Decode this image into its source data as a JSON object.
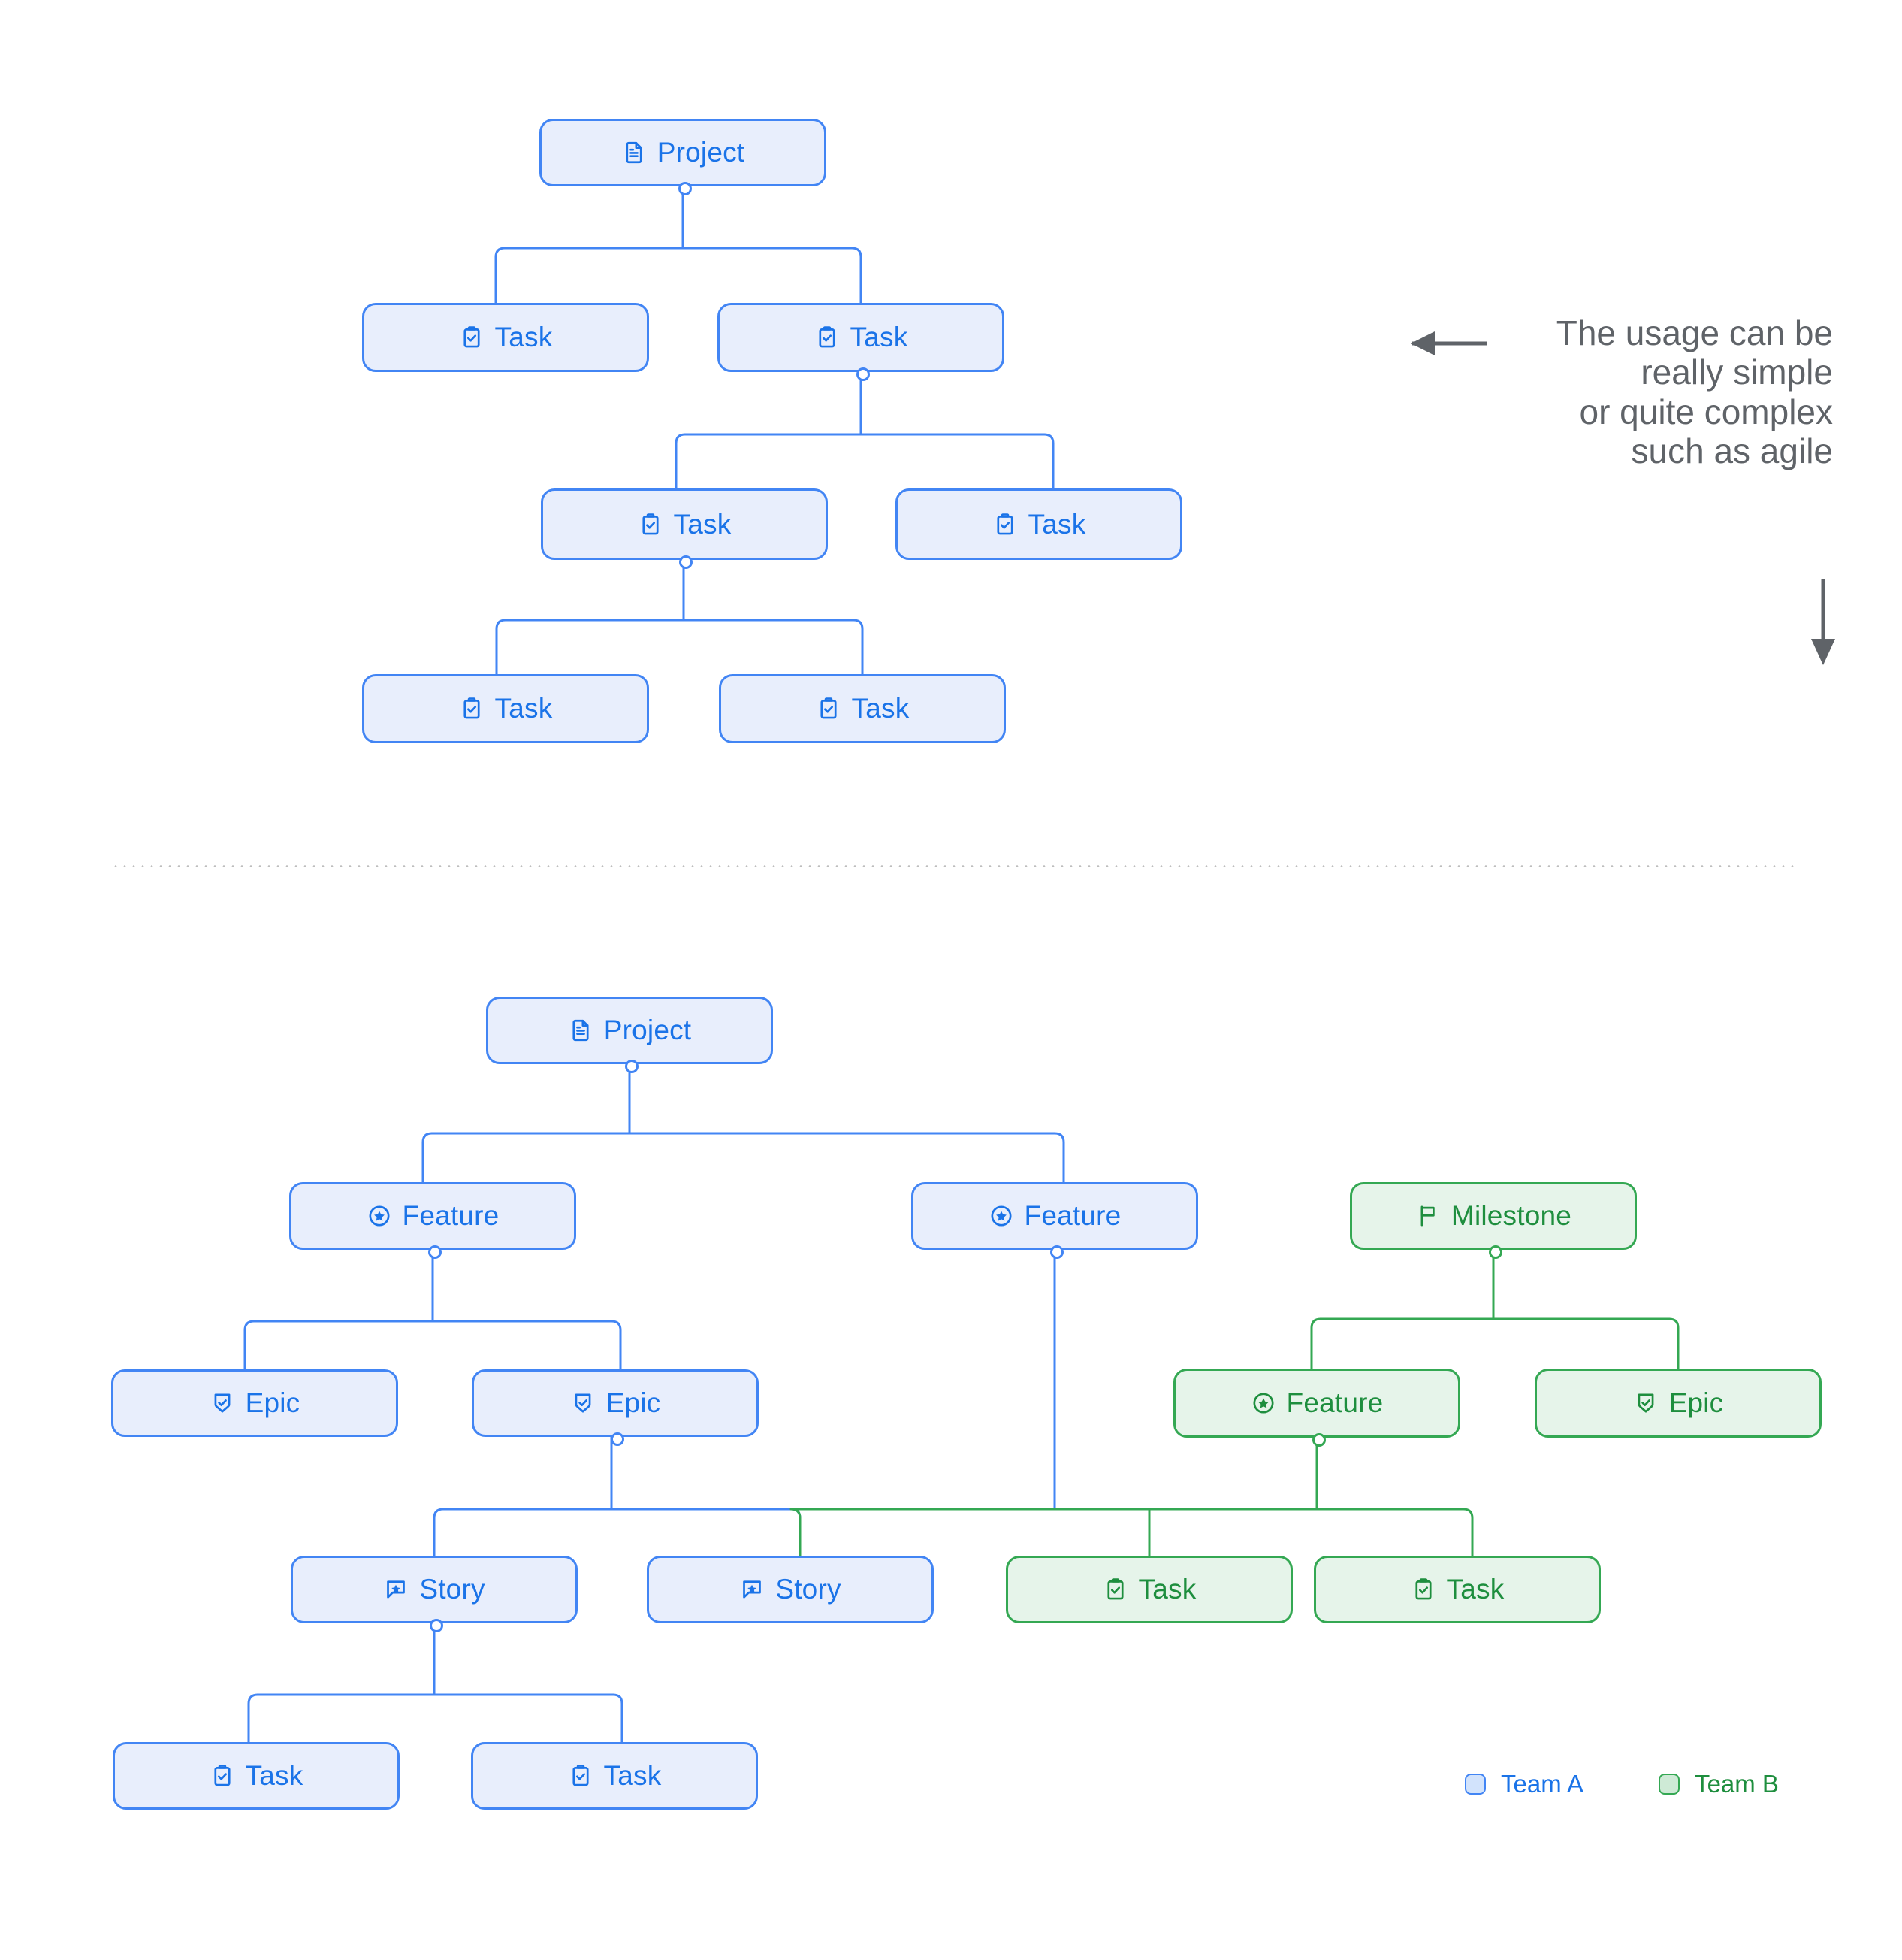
{
  "colors": {
    "team_a_border": "#4285f4",
    "team_a_fill": "#e8eefc",
    "team_a_text": "#1a73e8",
    "team_b_border": "#34a853",
    "team_b_fill": "#e6f4ea",
    "team_b_text": "#1e8e3e",
    "annotation_text": "#5f6368",
    "divider": "#bdbdbd"
  },
  "annotation": {
    "line1": "The usage can be",
    "line2": "really simple",
    "line3": "or quite complex",
    "line4": "such as agile",
    "left_arrow_icon": "arrow-left-icon",
    "down_arrow_icon": "arrow-down-icon"
  },
  "legend": {
    "items": [
      {
        "label": "Team A",
        "swatch": "blue"
      },
      {
        "label": "Team B",
        "swatch": "green"
      }
    ]
  },
  "diagram_simple": {
    "nodes": [
      {
        "id": "s1",
        "label": "Project",
        "icon": "document-icon",
        "team": "a"
      },
      {
        "id": "s2",
        "label": "Task",
        "icon": "task-clipboard-icon",
        "team": "a"
      },
      {
        "id": "s3",
        "label": "Task",
        "icon": "task-clipboard-icon",
        "team": "a"
      },
      {
        "id": "s4",
        "label": "Task",
        "icon": "task-clipboard-icon",
        "team": "a"
      },
      {
        "id": "s5",
        "label": "Task",
        "icon": "task-clipboard-icon",
        "team": "a"
      },
      {
        "id": "s6",
        "label": "Task",
        "icon": "task-clipboard-icon",
        "team": "a"
      },
      {
        "id": "s7",
        "label": "Task",
        "icon": "task-clipboard-icon",
        "team": "a"
      }
    ]
  },
  "diagram_agile": {
    "nodes": [
      {
        "id": "a1",
        "label": "Project",
        "icon": "document-icon",
        "team": "a"
      },
      {
        "id": "a2",
        "label": "Feature",
        "icon": "feature-star-icon",
        "team": "a"
      },
      {
        "id": "a3",
        "label": "Feature",
        "icon": "feature-star-icon",
        "team": "a"
      },
      {
        "id": "a4",
        "label": "Milestone",
        "icon": "flag-icon",
        "team": "b"
      },
      {
        "id": "a5",
        "label": "Epic",
        "icon": "epic-shield-icon",
        "team": "a"
      },
      {
        "id": "a6",
        "label": "Epic",
        "icon": "epic-shield-icon",
        "team": "a"
      },
      {
        "id": "a7",
        "label": "Feature",
        "icon": "feature-star-icon",
        "team": "b"
      },
      {
        "id": "a8",
        "label": "Epic",
        "icon": "epic-shield-icon",
        "team": "b"
      },
      {
        "id": "a9",
        "label": "Story",
        "icon": "story-bubble-icon",
        "team": "a"
      },
      {
        "id": "a10",
        "label": "Story",
        "icon": "story-bubble-icon",
        "team": "a"
      },
      {
        "id": "a11",
        "label": "Task",
        "icon": "task-clipboard-icon",
        "team": "b"
      },
      {
        "id": "a12",
        "label": "Task",
        "icon": "task-clipboard-icon",
        "team": "b"
      },
      {
        "id": "a13",
        "label": "Task",
        "icon": "task-clipboard-icon",
        "team": "a"
      },
      {
        "id": "a14",
        "label": "Task",
        "icon": "task-clipboard-icon",
        "team": "a"
      }
    ]
  }
}
